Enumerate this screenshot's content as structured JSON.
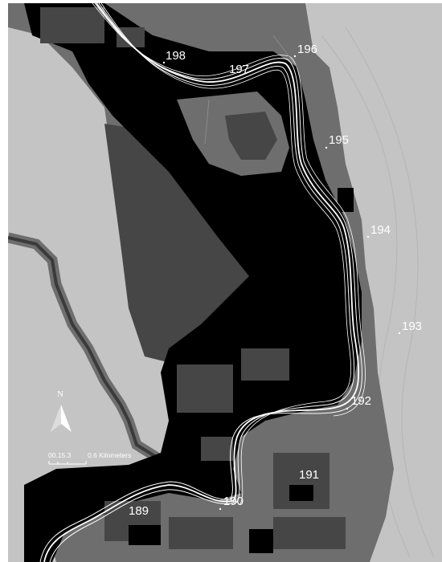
{
  "map": {
    "colors": {
      "background": "#c4c4c4",
      "land_mid": "#6e6e6e",
      "land_dark": "#464646",
      "channel": "#000000",
      "flow_lines": "#ffffff",
      "labels": "#ffffff"
    },
    "river_mile_labels": [
      {
        "id": "198",
        "text": "198"
      },
      {
        "id": "197",
        "text": "197"
      },
      {
        "id": "196",
        "text": "196"
      },
      {
        "id": "195",
        "text": "195"
      },
      {
        "id": "194",
        "text": "194"
      },
      {
        "id": "193",
        "text": "193"
      },
      {
        "id": "192",
        "text": "192"
      },
      {
        "id": "191",
        "text": "191"
      },
      {
        "id": "190",
        "text": "190"
      },
      {
        "id": "189",
        "text": "189"
      }
    ],
    "north_arrow": {
      "letter": "N",
      "icon": "north-arrow-icon"
    },
    "scale_bar": {
      "ticks": [
        "0",
        "0.15",
        "0.3",
        "0.6"
      ],
      "tick_text": "00.15.3",
      "max_label": "0.6 Kilometers"
    }
  }
}
